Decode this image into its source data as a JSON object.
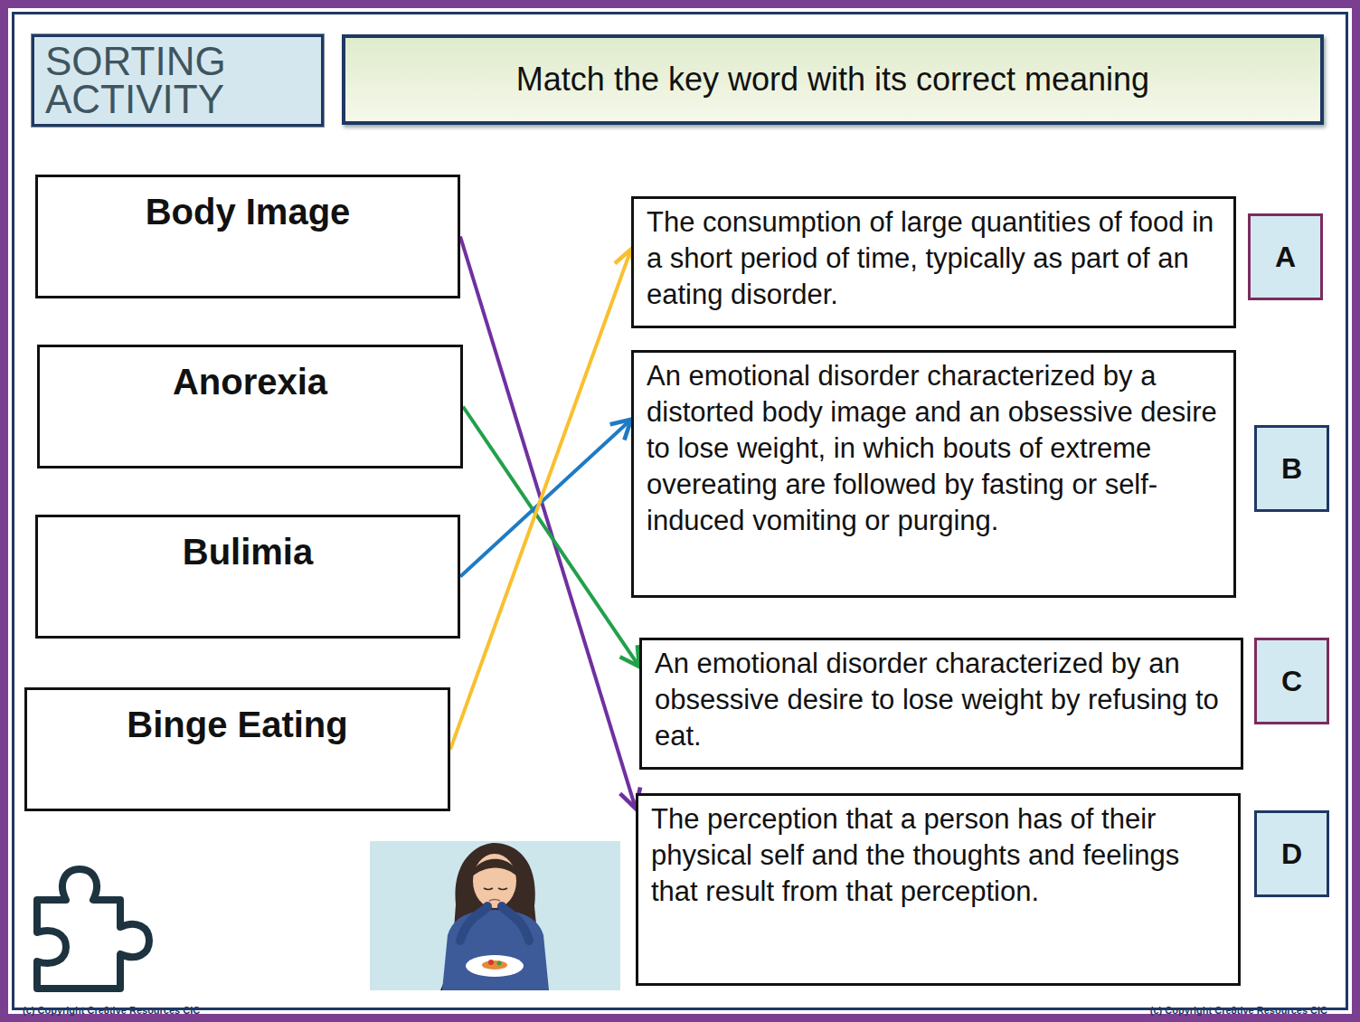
{
  "diagram": {
    "title": "Match the key word with its correct meaning",
    "nodes": [
      {
        "text": [
          "SORTING ACTIVITY"
        ]
      },
      {
        "text": [
          "Body Image"
        ]
      },
      {
        "text": [
          "Anorexia"
        ]
      },
      {
        "text": [
          "Bulimia"
        ]
      },
      {
        "text": [
          "Binge Eating"
        ]
      },
      {
        "text": [
          "The consumption of large quantities of food in a short period of time, typically as part of an eating disorder."
        ]
      },
      {
        "text": [
          "A"
        ]
      },
      {
        "text": [
          "An emotional disorder characterized by a distorted body image and an obsessive desire to lose weight, in which bouts of extreme overeating are followed by fasting or self-induced vomiting or purging."
        ]
      },
      {
        "text": [
          "B"
        ]
      },
      {
        "text": [
          "An emotional disorder characterized by an obsessive desire to lose weight by refusing to eat."
        ]
      },
      {
        "text": [
          "C"
        ]
      },
      {
        "text": [
          "The perception that a person has of their physical self and the thoughts and feelings that result from that perception."
        ]
      },
      {
        "text": [
          "D"
        ]
      }
    ],
    "edges": [
      {
        "from": 1,
        "to": 11,
        "arrow": "to"
      },
      {
        "from": 2,
        "to": 9,
        "arrow": "to"
      },
      {
        "from": 3,
        "to": 7,
        "arrow": "to"
      },
      {
        "from": 4,
        "to": 5,
        "arrow": "to"
      }
    ],
    "labels": [
      "(c) Copyright Cre8tive Resources CIC",
      "(c) Copyright Cre8tive Resources CIC"
    ]
  }
}
